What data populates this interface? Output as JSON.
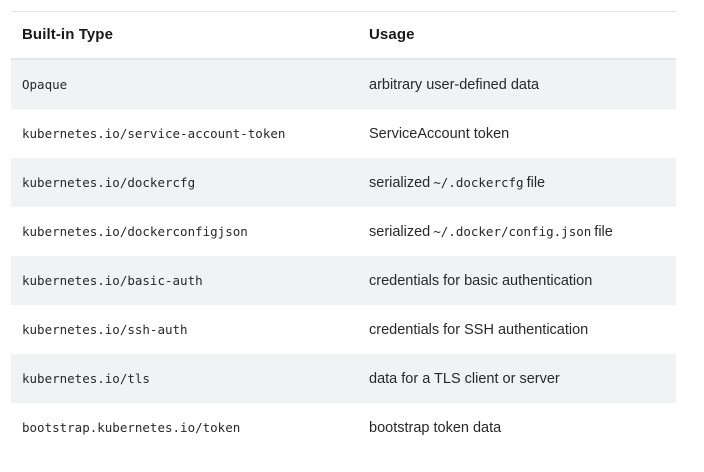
{
  "table": {
    "columns": [
      {
        "key": "type",
        "label": "Built-in Type"
      },
      {
        "key": "usage",
        "label": "Usage"
      }
    ],
    "rows": [
      {
        "type": "Opaque",
        "usage_before": "arbitrary user-defined data",
        "usage_code": "",
        "usage_after": ""
      },
      {
        "type": "kubernetes.io/service-account-token",
        "usage_before": "ServiceAccount token",
        "usage_code": "",
        "usage_after": ""
      },
      {
        "type": "kubernetes.io/dockercfg",
        "usage_before": "serialized",
        "usage_code": "~/.dockercfg",
        "usage_after": "file"
      },
      {
        "type": "kubernetes.io/dockerconfigjson",
        "usage_before": "serialized",
        "usage_code": "~/.docker/config.json",
        "usage_after": "file"
      },
      {
        "type": "kubernetes.io/basic-auth",
        "usage_before": "credentials for basic authentication",
        "usage_code": "",
        "usage_after": ""
      },
      {
        "type": "kubernetes.io/ssh-auth",
        "usage_before": "credentials for SSH authentication",
        "usage_code": "",
        "usage_after": ""
      },
      {
        "type": "kubernetes.io/tls",
        "usage_before": "data for a TLS client or server",
        "usage_code": "",
        "usage_after": ""
      },
      {
        "type": "bootstrap.kubernetes.io/token",
        "usage_before": "bootstrap token data",
        "usage_code": "",
        "usage_after": ""
      }
    ]
  },
  "colors": {
    "stripe": "#f1f2f3",
    "border": "#e3e6e8",
    "text": "#26282a",
    "heading": "#1a1a1a"
  }
}
